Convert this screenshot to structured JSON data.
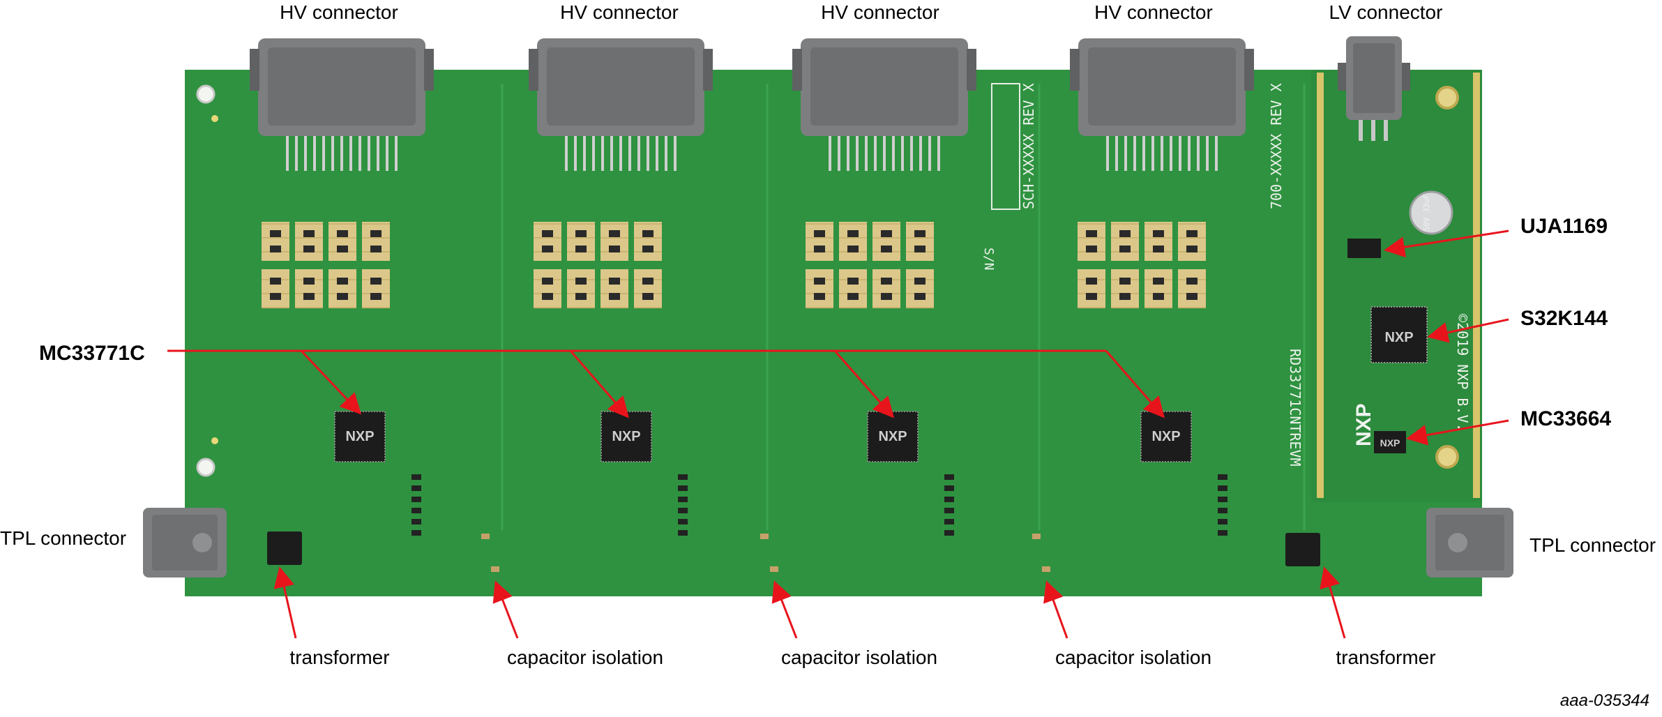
{
  "labels": {
    "hv_connector": "HV connector",
    "lv_connector": "LV connector",
    "tpl_connector": "TPL connector",
    "transformer": "transformer",
    "capacitor_isolation": "capacitor isolation",
    "mc33771c": "MC33771C",
    "uja1169": "UJA1169",
    "s32k144": "S32K144",
    "mc33664": "MC33664",
    "figure_id": "aaa-035344"
  },
  "board": {
    "chip_logo": "NXP",
    "silkscreen": {
      "sn": "S/N",
      "sch": "SCH-XXXXX REV X",
      "rev700": "700-XXXXX REV X",
      "board_name": "RD33771CNTREVM",
      "copyright": "©2019 NXP B.V.",
      "cap_marking": "50V 33uF"
    }
  },
  "colors": {
    "pcb": "#2f9240",
    "pcb_dark": "#237a33",
    "annotation_arrow": "#e8141c",
    "connector": "#7c7e80",
    "chip": "#1c1c1c",
    "gold": "#d9c27a"
  }
}
